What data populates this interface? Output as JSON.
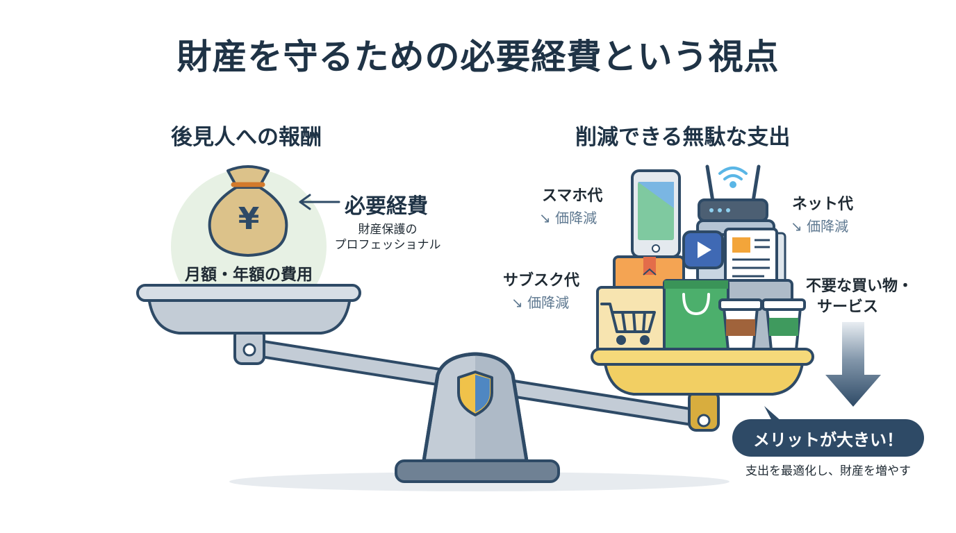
{
  "title": "財産を守るための必要経費という視点",
  "left": {
    "heading": "後見人への報酬",
    "bag_symbol": "¥",
    "pan_label": "月額・年額の費用",
    "arrow_label": "必要経費",
    "arrow_sub_line1": "財産保護の",
    "arrow_sub_line2": "プロフェッショナル"
  },
  "right": {
    "heading": "削減できる無駄な支出",
    "items": [
      {
        "label": "スマホ代",
        "sub": "↘ 価降減"
      },
      {
        "label": "ネット代",
        "sub": "↘ 価降減"
      },
      {
        "label": "サブスク代",
        "sub": "↘ 価降減"
      }
    ],
    "unneeded_line1": "不要な買い物・",
    "unneeded_line2": "サービス",
    "merit": "メリットが大きい！",
    "merit_sub": "支出を最適化し、財産を増やす"
  },
  "colors": {
    "navy": "#2e4a66",
    "bag": "#dcc28a",
    "gold_pan": "#f2cf63",
    "steel": "#b3bfcb"
  }
}
